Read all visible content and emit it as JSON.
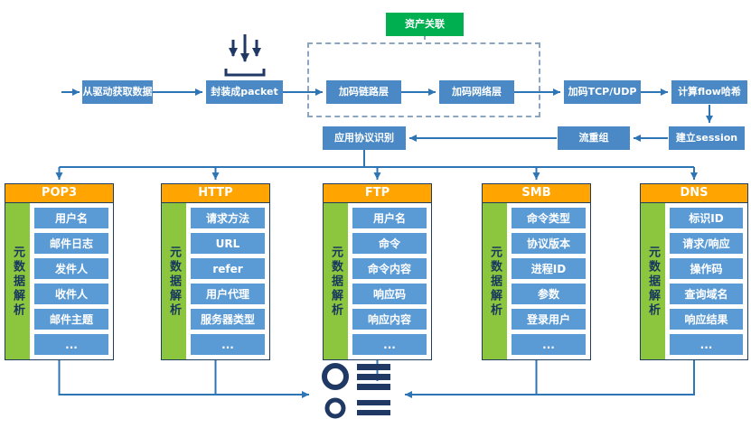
{
  "flow": {
    "nodes": {
      "get_data": "从驱动获取数据",
      "packet": "封装成packet",
      "link_layer": "加码链路层",
      "net_layer": "加码网络层",
      "tcp_udp": "加码TCP/UDP",
      "flow_hash": "计算flow哈希",
      "session": "建立session",
      "reassembly": "流重组",
      "protocol_id": "应用协议识别",
      "asset_link": "资产关联"
    }
  },
  "columns": [
    {
      "title": "POP3",
      "side": "元数据解析",
      "cells": [
        "用户名",
        "邮件日志",
        "发件人",
        "收件人",
        "邮件主题",
        "..."
      ]
    },
    {
      "title": "HTTP",
      "side": "元数据解析",
      "cells": [
        "请求方法",
        "URL",
        "refer",
        "用户代理",
        "服务器类型",
        "..."
      ]
    },
    {
      "title": "FTP",
      "side": "元数据解析",
      "cells": [
        "用户名",
        "命令",
        "命令内容",
        "响应码",
        "响应内容",
        "..."
      ]
    },
    {
      "title": "SMB",
      "side": "元数据解析",
      "cells": [
        "命令类型",
        "协议版本",
        "进程ID",
        "参数",
        "登录用户",
        "..."
      ]
    },
    {
      "title": "DNS",
      "side": "元数据解析",
      "cells": [
        "标识ID",
        "请求/响应",
        "操作码",
        "查询域名",
        "响应结果",
        "..."
      ]
    }
  ],
  "colors": {
    "flow_box": "#4A89C5",
    "cell_blue": "#5B9BD5",
    "header_orange": "#FFA400",
    "asset_green": "#00B050",
    "strip_green": "#8CC63E",
    "wire_blue": "#2E75B6",
    "icon_navy": "#1F3864"
  }
}
